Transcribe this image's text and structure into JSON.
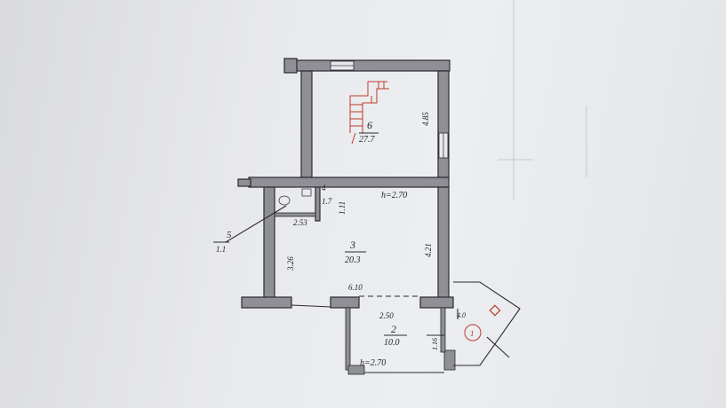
{
  "plan": {
    "rooms": [
      {
        "id": "6",
        "number": "6",
        "area": "27.7"
      },
      {
        "id": "4",
        "number": "4",
        "area": "1.7"
      },
      {
        "id": "3",
        "number": "3",
        "area": "20.3"
      },
      {
        "id": "2",
        "number": "2",
        "area": "10.0"
      },
      {
        "id": "1",
        "number": "1"
      },
      {
        "id": "5",
        "number": "5",
        "area": "1.1"
      }
    ],
    "heights": {
      "h1": "h=2.70",
      "h2": "h=2.70"
    },
    "dimensions": {
      "d_top_right": "4.85",
      "d_wc": "2.53",
      "d_wc_v": "1.11",
      "d_left": "3.26",
      "d_right": "4.21",
      "d_width": "6.10",
      "d_porch_w": "2.50",
      "d_porch_h": "1.16",
      "d_porch_side": "4.0"
    },
    "colors": {
      "wall": "#8f8f96",
      "stair": "#c0392b",
      "paper": "#e8e9ed"
    }
  }
}
